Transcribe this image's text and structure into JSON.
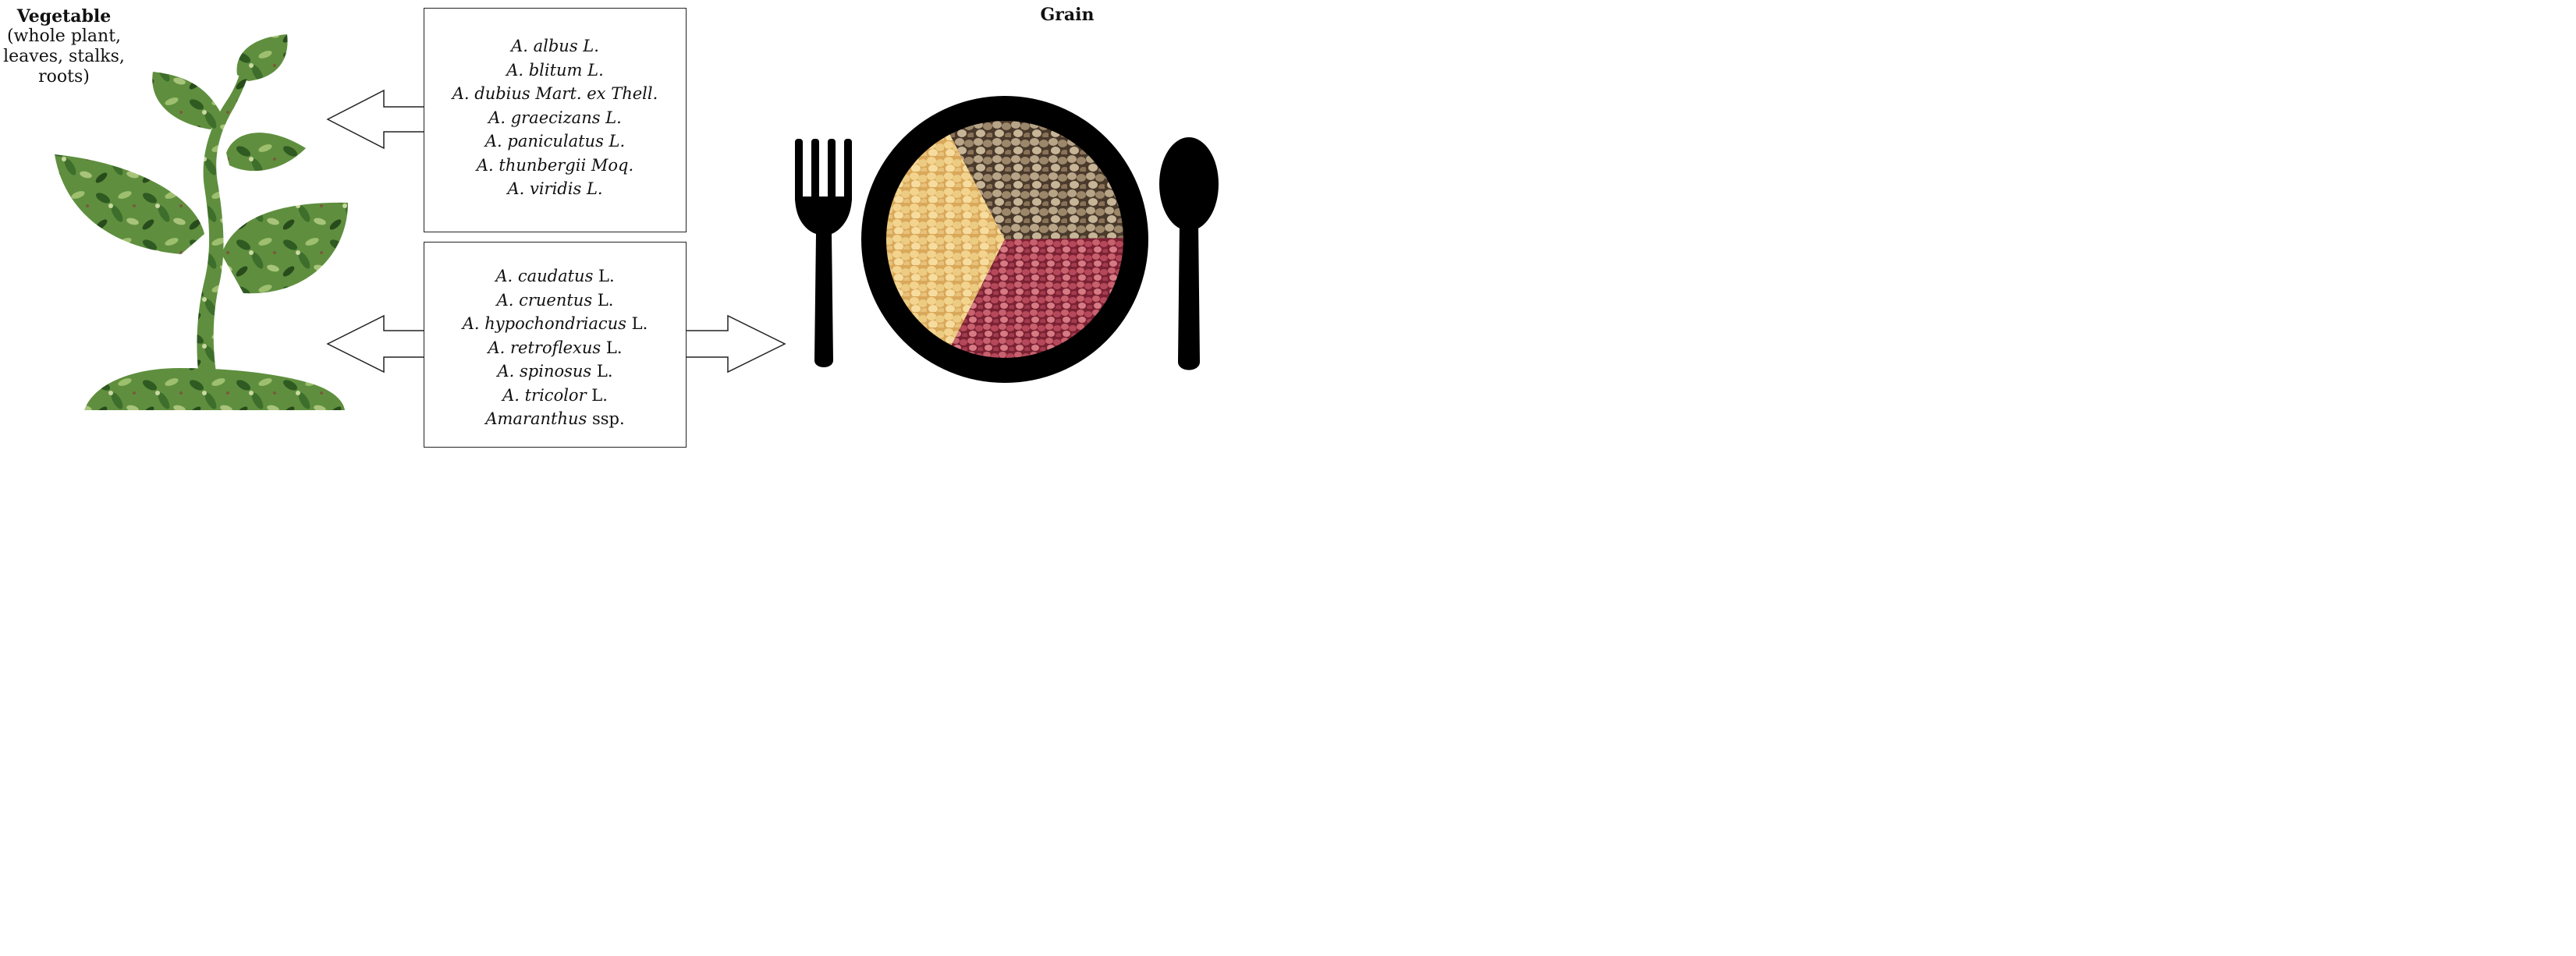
{
  "vegetable": {
    "title": "Vegetable",
    "subtitle_lines": [
      "(whole plant,",
      "leaves, stalks,",
      "roots)"
    ]
  },
  "grain": {
    "title": "Grain"
  },
  "vegetable_species": [
    {
      "genus": "A.",
      "epithet": "albus",
      "author": "L."
    },
    {
      "genus": "A.",
      "epithet": "blitum",
      "author": "L."
    },
    {
      "genus": "A.",
      "epithet": "dubius",
      "author": "Mart. ex Thell."
    },
    {
      "genus": "A.",
      "epithet": "graecizans",
      "author": "L."
    },
    {
      "genus": "A.",
      "epithet": "paniculatus",
      "author": "L."
    },
    {
      "genus": "A.",
      "epithet": "thunbergii",
      "author": "Moq."
    },
    {
      "genus": "A.",
      "epithet": "viridis",
      "author": "L."
    }
  ],
  "dual_use_species": [
    {
      "genus": "A.",
      "epithet": "caudatus",
      "author": "L."
    },
    {
      "genus": "A.",
      "epithet": "cruentus",
      "author": "L."
    },
    {
      "genus": "A.",
      "epithet": "hypochondriacus",
      "author": "L."
    },
    {
      "genus": "A.",
      "epithet": "retroflexus",
      "author": "L."
    },
    {
      "genus": "A.",
      "epithet": "spinosus",
      "author": "L."
    },
    {
      "genus": "A.",
      "epithet": "tricolor",
      "author": "L."
    },
    {
      "genus": "Amaranthus",
      "epithet": "",
      "author": "ssp."
    }
  ],
  "colors": {
    "plant_dark": "#2f5a22",
    "plant_mid": "#5f8f3e",
    "plant_light": "#9dbf6e",
    "grain_golden": "#e8c37a",
    "grain_brown": "#8a7258",
    "grain_red": "#b5485a",
    "utensil": "#000000"
  },
  "icons": [
    "plant-icon",
    "fork-icon",
    "plate-icon",
    "spoon-icon"
  ]
}
